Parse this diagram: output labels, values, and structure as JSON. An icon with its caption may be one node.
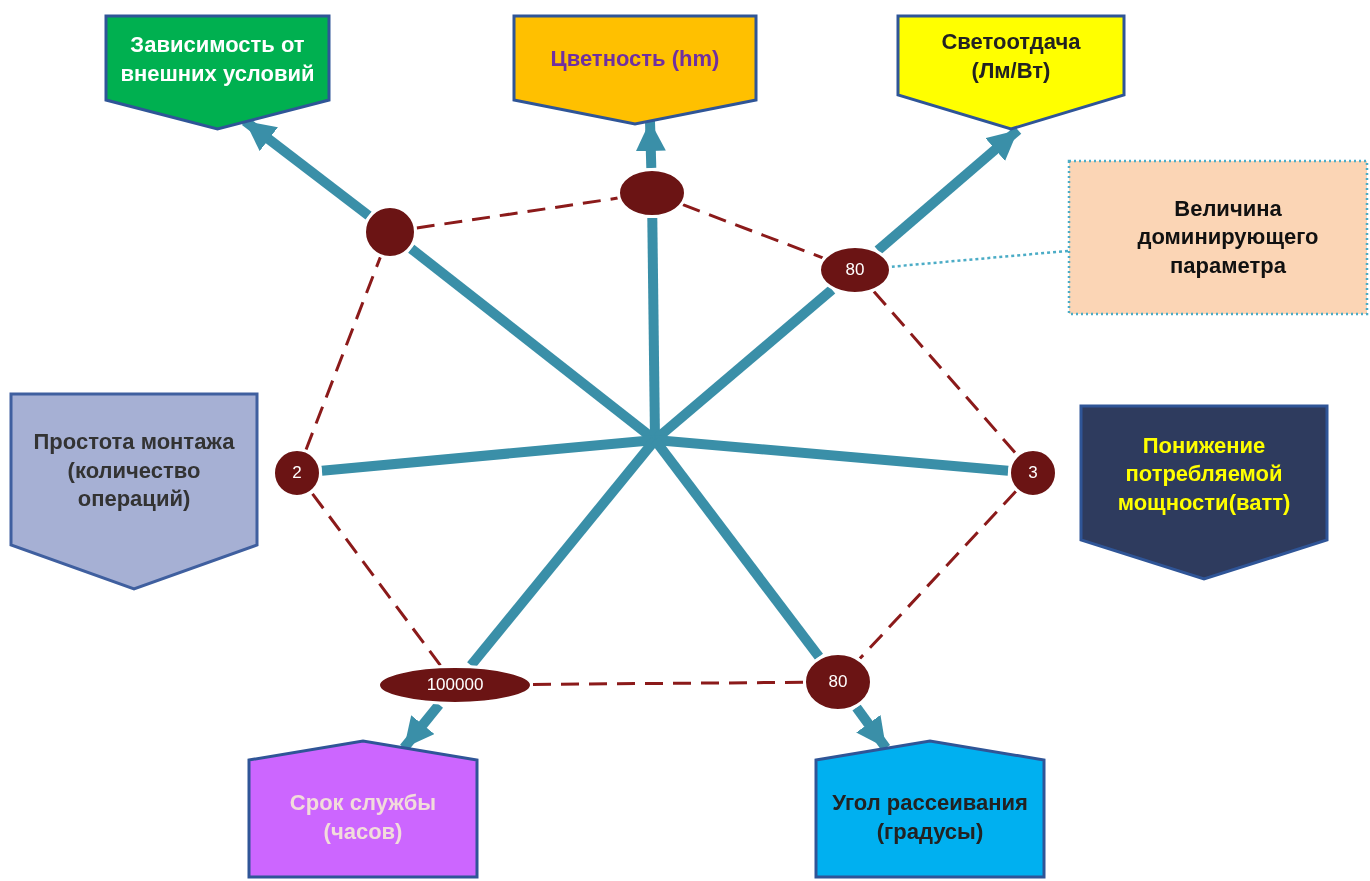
{
  "diagram": {
    "nodes": [
      {
        "text": [
          "Зависимость от внешних условий"
        ]
      },
      {
        "text": [
          "Цветность (hm)"
        ]
      },
      {
        "text": [
          "Светоотдача (Лм/Вт)"
        ]
      },
      {
        "text": [],
        "shape": "ellipse"
      },
      {
        "text": [],
        "shape": "ellipse"
      },
      {
        "text": [
          "Величина доминирующего параметра"
        ]
      },
      {
        "text": [
          "80"
        ]
      },
      {
        "text": [
          "Простота монтажа (количество операций)"
        ]
      },
      {
        "text": [
          "2"
        ]
      },
      {
        "text": [
          "3"
        ]
      },
      {
        "text": [
          "Понижение потребляемой мощности(ватт)"
        ]
      },
      {
        "text": [
          "100000"
        ]
      },
      {
        "text": [
          "80"
        ]
      },
      {
        "text": [
          "Срок службы (часов)"
        ]
      },
      {
        "text": [
          "Угол рассеивания (градусы)"
        ]
      }
    ],
    "edges": [
      {
        "from": null,
        "to": 4,
        "arrow": "none"
      },
      {
        "from": 4,
        "to": 0,
        "arrow": "to"
      },
      {
        "from": null,
        "to": 3,
        "arrow": "none"
      },
      {
        "from": 3,
        "to": 1,
        "arrow": "to"
      },
      {
        "from": null,
        "to": 6,
        "arrow": "none"
      },
      {
        "from": 6,
        "to": 2,
        "arrow": "to"
      },
      {
        "from": null,
        "to": 8,
        "arrow": "none"
      },
      {
        "from": null,
        "to": 9,
        "arrow": "none"
      },
      {
        "from": null,
        "to": 11,
        "arrow": "none"
      },
      {
        "from": 11,
        "to": 13,
        "arrow": "to"
      },
      {
        "from": null,
        "to": 12,
        "arrow": "none"
      },
      {
        "from": 12,
        "to": 14,
        "arrow": "to"
      },
      {
        "from": 4,
        "to": 3,
        "arrow": "none",
        "style": "dashed",
        "color": "#8b1a1a"
      },
      {
        "from": 3,
        "to": 6,
        "arrow": "none",
        "style": "dashed",
        "color": "#8b1a1a"
      },
      {
        "from": 6,
        "to": 9,
        "arrow": "none",
        "style": "dashed",
        "color": "#8b1a1a"
      },
      {
        "from": 9,
        "to": 12,
        "arrow": "none",
        "style": "dashed",
        "color": "#8b1a1a"
      },
      {
        "from": 12,
        "to": 11,
        "arrow": "none",
        "style": "dashed",
        "color": "#8b1a1a"
      },
      {
        "from": 11,
        "to": 8,
        "arrow": "none",
        "style": "dashed",
        "color": "#8b1a1a"
      },
      {
        "from": 8,
        "to": 4,
        "arrow": "none",
        "style": "dashed",
        "color": "#8b1a1a"
      },
      {
        "from": 5,
        "to": 6,
        "arrow": "none",
        "style": "dashed",
        "color": "#4bacc6"
      }
    ]
  }
}
